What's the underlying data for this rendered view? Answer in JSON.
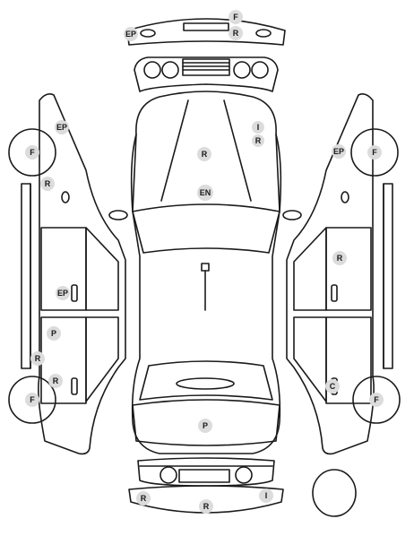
{
  "diagram": {
    "badges": [
      {
        "id": "front-bumper-f",
        "code": "F"
      },
      {
        "id": "front-bumper-ep",
        "code": "EP"
      },
      {
        "id": "front-bumper-r",
        "code": "R"
      },
      {
        "id": "hood-i",
        "code": "I"
      },
      {
        "id": "hood-r1",
        "code": "R"
      },
      {
        "id": "hood-r2",
        "code": "R"
      },
      {
        "id": "hood-en",
        "code": "EN"
      },
      {
        "id": "left-ep-top",
        "code": "EP"
      },
      {
        "id": "left-front-wheel",
        "code": "F"
      },
      {
        "id": "left-r-upper",
        "code": "R"
      },
      {
        "id": "left-ep-door",
        "code": "EP"
      },
      {
        "id": "left-p",
        "code": "P"
      },
      {
        "id": "left-r-lower1",
        "code": "R"
      },
      {
        "id": "left-r-lower2",
        "code": "R"
      },
      {
        "id": "left-rear-wheel",
        "code": "F"
      },
      {
        "id": "right-ep-top",
        "code": "EP"
      },
      {
        "id": "right-front-wheel",
        "code": "F"
      },
      {
        "id": "right-r",
        "code": "R"
      },
      {
        "id": "right-c",
        "code": "C"
      },
      {
        "id": "right-rear-wheel",
        "code": "F"
      },
      {
        "id": "trunk-p",
        "code": "P"
      },
      {
        "id": "rear-bumper-r1",
        "code": "R"
      },
      {
        "id": "rear-bumper-r2",
        "code": "R"
      },
      {
        "id": "rear-bumper-i",
        "code": "I"
      }
    ]
  }
}
